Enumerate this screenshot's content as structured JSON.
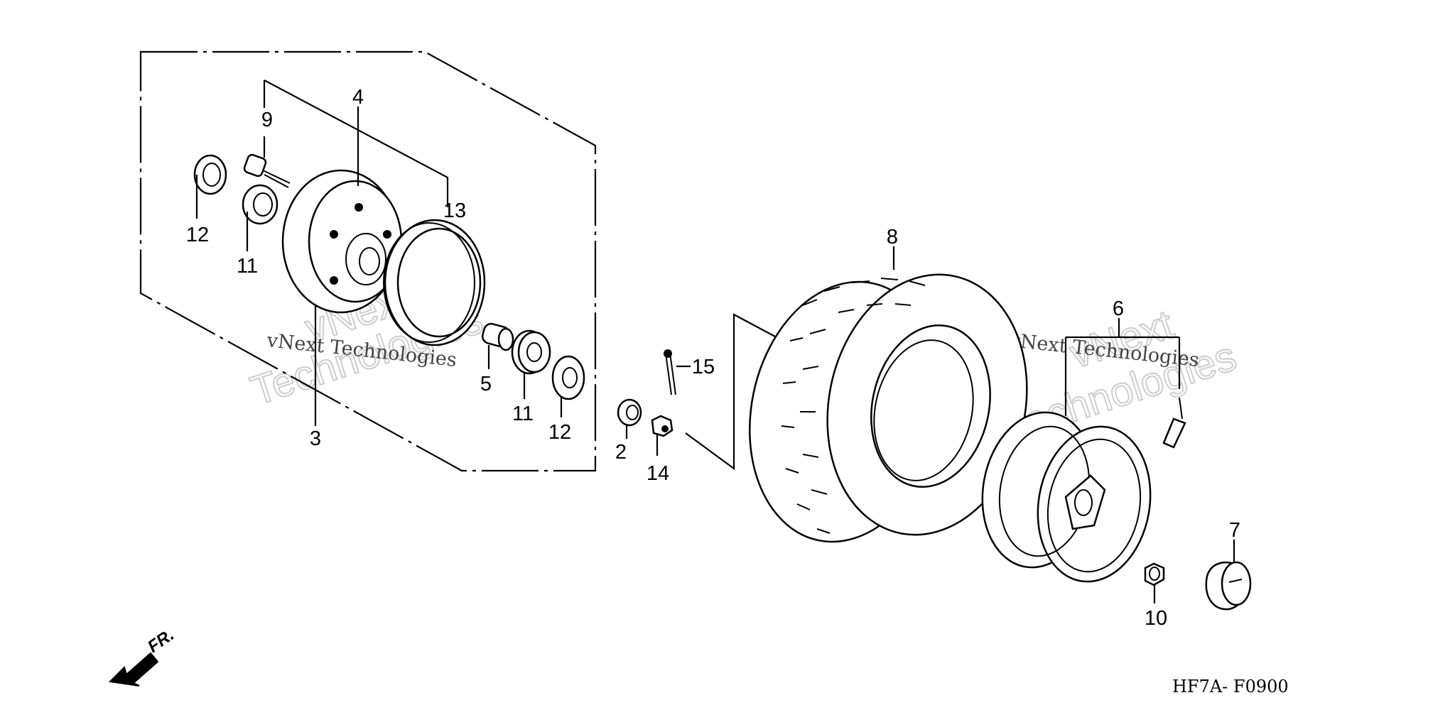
{
  "callouts": {
    "c2": "2",
    "c3": "3",
    "c4": "4",
    "c5": "5",
    "c6": "6",
    "c7": "7",
    "c8": "8",
    "c9": "9",
    "c10": "10",
    "c11a": "11",
    "c11b": "11",
    "c12a": "12",
    "c12b": "12",
    "c13": "13",
    "c14": "14",
    "c15": "15"
  },
  "watermarks": {
    "left_small": "vNext Technologies",
    "left_big_1": "vNext",
    "left_big_2": "Technologies",
    "right_small": "vNext Technologies",
    "right_big_1": "vNext",
    "right_big_2": "Technologies"
  },
  "direction_label": "FR.",
  "diagram_code": "HF7A- F0900"
}
